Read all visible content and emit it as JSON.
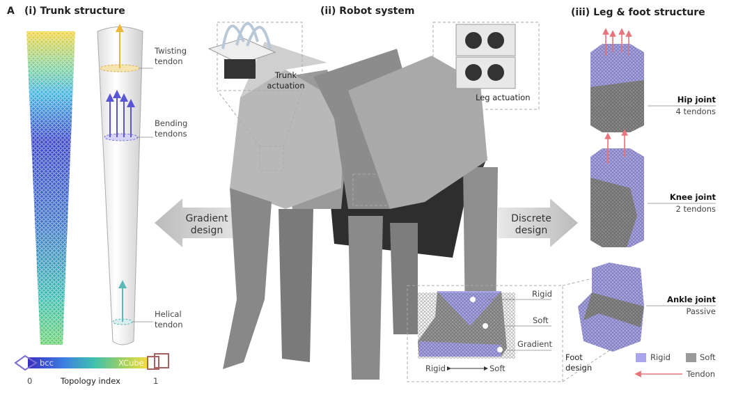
{
  "panel_letter": "A",
  "trunk": {
    "title": "(i) Trunk structure",
    "twisting": "Twisting tendon",
    "bending": "Bending tendons",
    "helical": "Helical tendon",
    "colorbar": {
      "left_label": "bcc",
      "right_label": "XCube",
      "min": "0",
      "max": "1",
      "axis_label": "Topology index"
    }
  },
  "robot": {
    "title": "(ii) Robot system",
    "trunk_actuation": "Trunk actuation",
    "leg_actuation": "Leg actuation",
    "gradient_arrow": "Gradient design",
    "discrete_arrow": "Discrete design"
  },
  "foot_inset": {
    "rigid": "Rigid",
    "soft": "Soft",
    "gradient": "Gradient",
    "scale_left": "Rigid",
    "scale_right": "Soft",
    "caption": "Foot design"
  },
  "leg": {
    "title": "(iii) Leg & foot structure",
    "joints": [
      {
        "name": "Hip joint",
        "detail": "4 tendons"
      },
      {
        "name": "Knee joint",
        "detail": "2 tendons"
      },
      {
        "name": "Ankle joint",
        "detail": "Passive"
      }
    ],
    "legend": {
      "rigid": "Rigid",
      "soft": "Soft",
      "tendon": "Tendon"
    }
  },
  "colors": {
    "rigid": "#a9a6ee",
    "soft": "#9a9a9a",
    "tendon": "#e8737a",
    "bending": "#5a55d6",
    "twisting": "#e9b63a",
    "helical": "#5ab8b8"
  }
}
